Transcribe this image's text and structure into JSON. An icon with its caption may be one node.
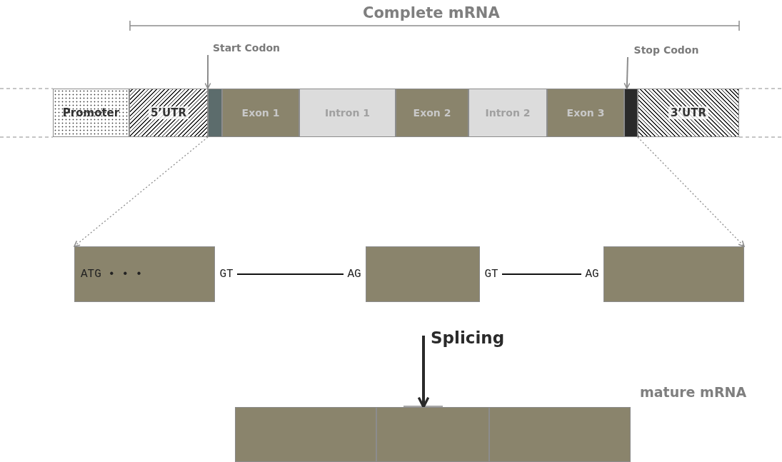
{
  "diagram": {
    "nodes": [
      {
        "text": [
          "Promoter"
        ]
      },
      {
        "text": [
          "5’UTR"
        ]
      },
      {
        "text": [],
        "shape": "box"
      },
      {
        "text": [
          "Exon 1"
        ]
      },
      {
        "text": [
          "Intron 1"
        ]
      },
      {
        "text": [
          "Exon 2"
        ]
      },
      {
        "text": [
          "Intron 2"
        ]
      },
      {
        "text": [
          "Exon 3"
        ]
      },
      {
        "text": [],
        "shape": "box"
      },
      {
        "text": [
          "3’UTR"
        ]
      },
      {
        "text": [
          "Start Codon"
        ]
      },
      {
        "text": [
          "Stop Codon"
        ]
      },
      {
        "text": [
          "ATG • • •"
        ]
      },
      {
        "text": [
          "GT"
        ]
      },
      {
        "text": [
          "AG"
        ]
      },
      {
        "text": [],
        "shape": "box"
      },
      {
        "text": [
          "GT"
        ]
      },
      {
        "text": [
          "AG"
        ]
      },
      {
        "text": [],
        "shape": "box"
      },
      {
        "text": [],
        "shape": "box"
      },
      {
        "text": [],
        "shape": "box"
      },
      {
        "text": [],
        "shape": "box"
      }
    ],
    "edges": [
      {
        "from": 10,
        "to": 2,
        "arrow": "to"
      },
      {
        "from": 11,
        "to": 8,
        "arrow": "to"
      },
      {
        "from": 2,
        "to": 12,
        "arrow": "to",
        "style": "dashed"
      },
      {
        "from": 8,
        "to": 18,
        "arrow": "to",
        "style": "dashed"
      },
      {
        "from": 13,
        "to": 14,
        "arrow": "none",
        "color": "#111111"
      },
      {
        "from": 16,
        "to": 17,
        "arrow": "none",
        "color": "#111111"
      },
      {
        "from": null,
        "to": 20,
        "arrow": "to",
        "label": "Splicing",
        "style": "thick",
        "color": "#2a2a2a"
      }
    ],
    "labels": [
      "Complete mRNA",
      "mature mRNA"
    ]
  }
}
